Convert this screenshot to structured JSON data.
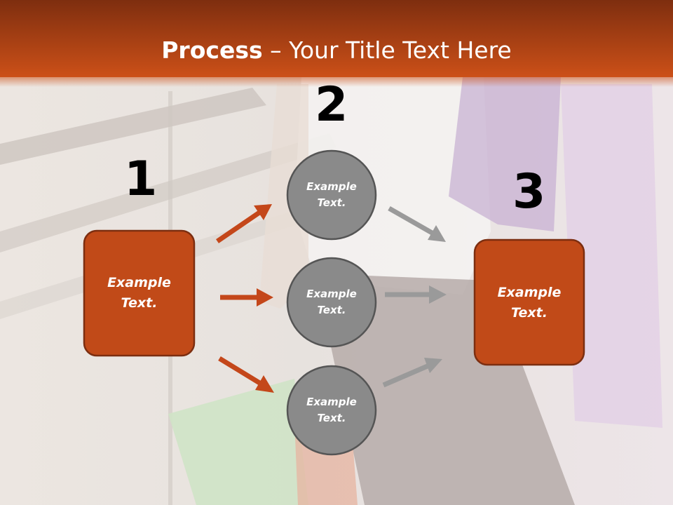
{
  "slide": {
    "title_bold": "Process",
    "title_rest": " – Your Title Text Here",
    "colors": {
      "header_dark": "#7e2e0f",
      "header_light": "#cc5018",
      "box_fill": "#c14a18",
      "box_border": "#7c2e10",
      "circle_fill": "#8a8a8a",
      "circle_border": "#555555",
      "arrow_orange": "#c4471a",
      "arrow_gray": "#9a9a9a"
    }
  },
  "steps": {
    "n1": "1",
    "n2": "2",
    "n3": "3"
  },
  "boxes": {
    "left": "Example\nText.",
    "right": "Example\nText."
  },
  "circles": {
    "top": "Example\nText.",
    "middle": "Example\nText.",
    "bottom": "Example\nText."
  }
}
